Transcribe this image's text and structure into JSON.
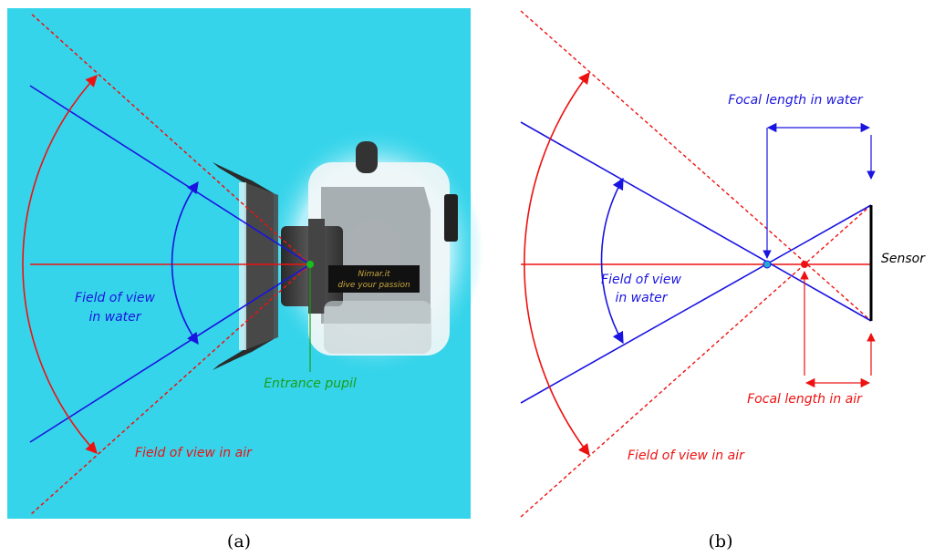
{
  "colors": {
    "water": "#36d4ea",
    "air_ray": "#ee1111",
    "water_ray": "#1a14e0",
    "entrance_pupil": "#18a018",
    "nodal_point_water": "#28a8d8"
  },
  "panel_a": {
    "caption": "(a)",
    "labels": {
      "fov_water_line1": "Field of view",
      "fov_water_line2": "in water",
      "fov_air": "Field of view in air",
      "entrance_pupil": "Entrance pupil"
    },
    "camera_stamp": {
      "line1": "Nimar.it",
      "line2": "dive your passion"
    }
  },
  "panel_b": {
    "caption": "(b)",
    "labels": {
      "focal_water": "Focal length in water",
      "fov_water_line1": "Field of view",
      "fov_water_line2": "in water",
      "sensor": "Sensor",
      "focal_air": "Focal length in air",
      "fov_air": "Field of view in air"
    }
  }
}
